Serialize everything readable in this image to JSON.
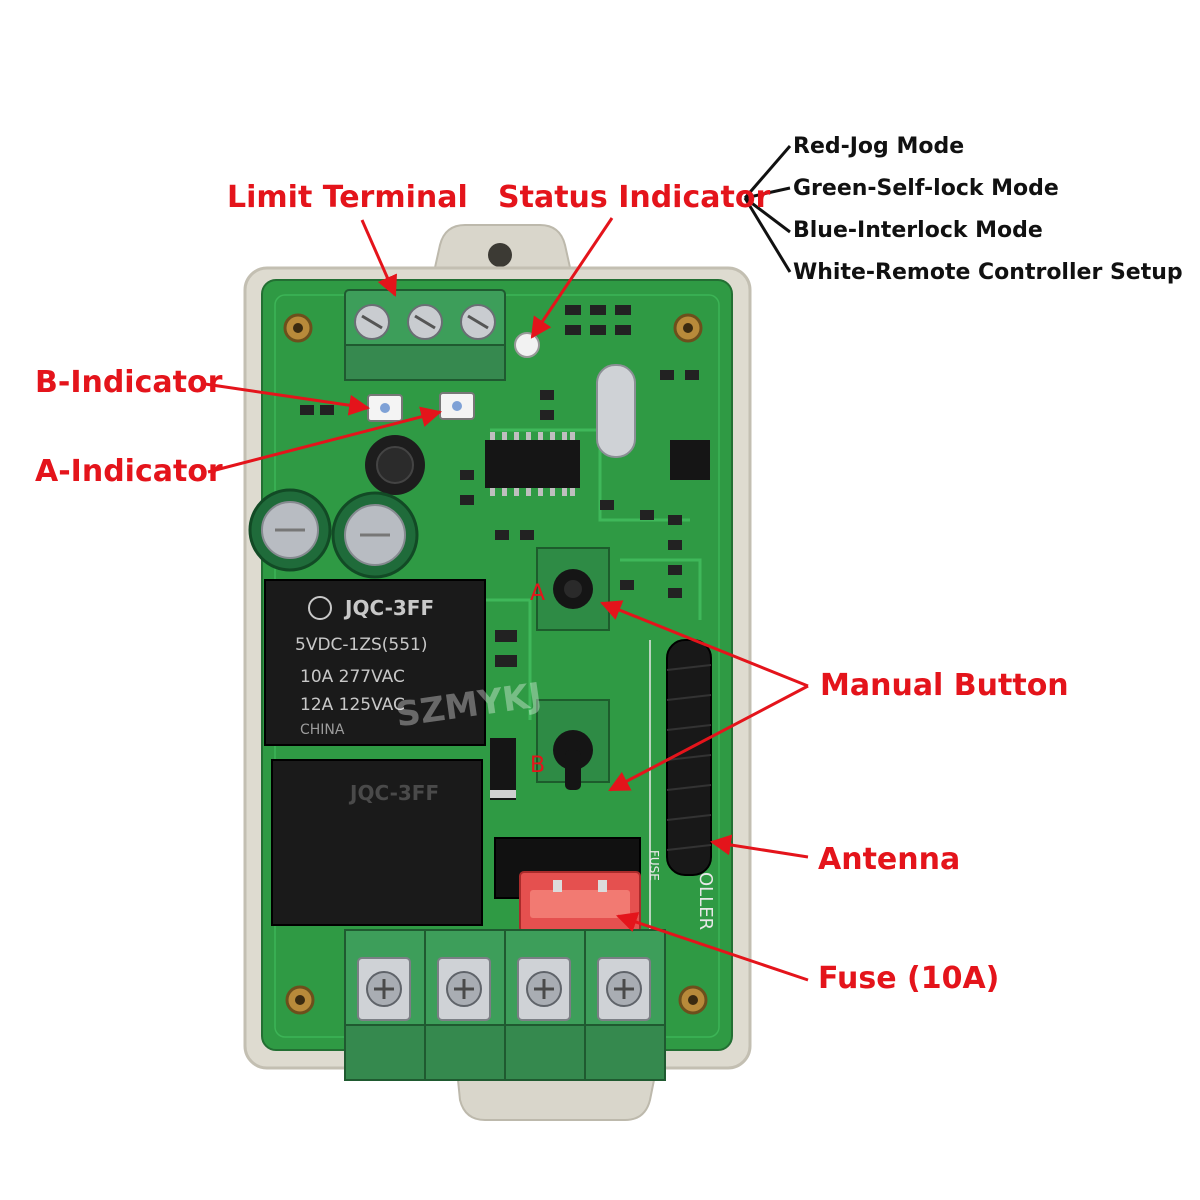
{
  "colors": {
    "callout_red": "#e4141b",
    "mode_text": "#111111",
    "pcb_green": "#2f9a44",
    "case_beige": "#dedbd0",
    "terminal_green": "#3d9e5a"
  },
  "callouts": {
    "limit_terminal": "Limit Terminal",
    "status_indicator": "Status Indicator",
    "b_indicator": "B-Indicator",
    "a_indicator": "A-Indicator",
    "manual_button": "Manual Button",
    "antenna": "Antenna",
    "fuse": "Fuse (10A)"
  },
  "status_modes": [
    "Red-Jog Mode",
    "Green-Self-lock Mode",
    "Blue-Interlock Mode",
    "White-Remote Controller Setup"
  ],
  "board": {
    "relay_brand": "JQC-3FF",
    "relay_spec_1": "5VDC-1ZS(551)",
    "relay_spec_2": "10A 277VAC",
    "relay_spec_3": "12A 125VAC",
    "relay_origin": "CHINA",
    "relay_2_brand": "JQC-3FF",
    "watermark": "SZMYKJ",
    "button_a_label": "A",
    "button_b_label": "B",
    "fuse_silk": "FUSE",
    "controller_silk": "OLLER"
  }
}
